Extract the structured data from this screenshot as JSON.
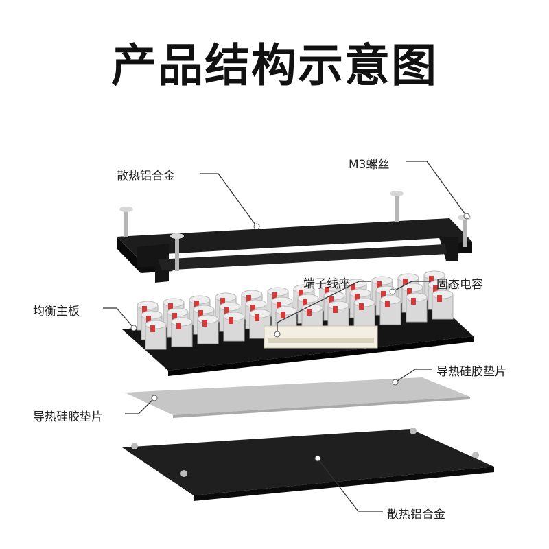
{
  "title": "产品结构示意图",
  "colors": {
    "background": "#ffffff",
    "aluminum": "#1a1a1a",
    "pcb": "#141414",
    "pad": "#c9c9c9",
    "capacitor": "#dcdcdc",
    "capacitor_top": "#d33b3b",
    "leader": "#333333"
  },
  "labels": {
    "heatsink_top": "散热铝合金",
    "screw": "M3螺丝",
    "terminal": "端子线座",
    "capacitor": "固态电容",
    "board": "均衡主板",
    "pad_right": "导热硅胶垫片",
    "pad_left": "导热硅胶垫片",
    "heatsink_bottom": "散热铝合金"
  }
}
